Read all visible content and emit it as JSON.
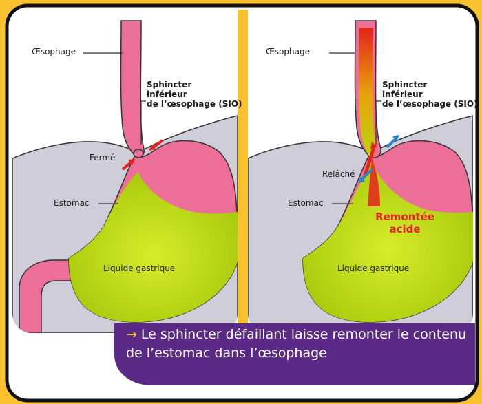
{
  "colors": {
    "background": "#f9c12e",
    "panel": "#ffffff",
    "abdomen": "#cfcdd9",
    "stomach_pink": "#ec6f98",
    "liquid_green": "#b8d80a",
    "acid_red": "#e4231c",
    "arrow_blue": "#2a86c9",
    "caption_bg": "#5b2a86"
  },
  "left_panel": {
    "oesophagus_label": "Œsophage",
    "sphincter_label_line1": "Sphincter",
    "sphincter_label_line2": "inférieur",
    "sphincter_label_line3": "de l’œsophage (SIO)",
    "state_label": "Fermé",
    "stomach_label": "Estomac",
    "liquid_label": "Liquide gastrique"
  },
  "right_panel": {
    "oesophagus_label": "Œsophage",
    "sphincter_label_line1": "Sphincter",
    "sphincter_label_line2": "inférieur",
    "sphincter_label_line3": "de l’œsophage (SIO)",
    "state_label": "Relâché",
    "stomach_label": "Estomac",
    "acid_label_line1": "Remontée",
    "acid_label_line2": "acide",
    "liquid_label": "Liquide gastrique"
  },
  "caption": {
    "arrow": "→",
    "line1": "Le sphincter défaillant laisse remonter le contenu",
    "line2": "de l’estomac dans l’œsophage"
  }
}
